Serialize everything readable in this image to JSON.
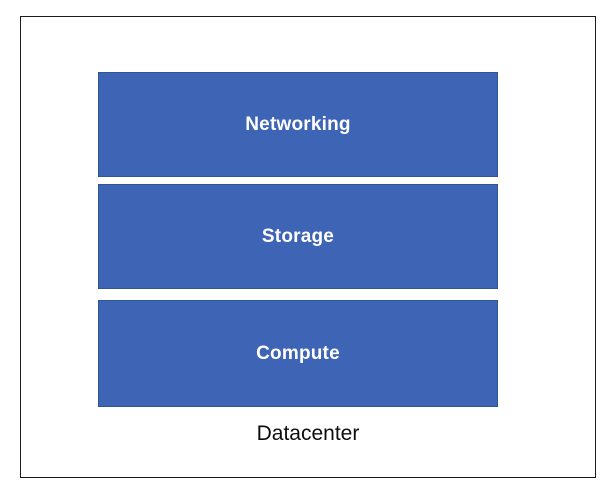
{
  "diagram": {
    "caption": "Datacenter",
    "layers": [
      {
        "label": "Networking"
      },
      {
        "label": "Storage"
      },
      {
        "label": "Compute"
      }
    ],
    "colors": {
      "box_fill": "#3e64b5",
      "box_border": "#2f5597",
      "box_label": "#ffffff",
      "caption_text": "#0d0d0d",
      "frame_border": "#1b1b1b",
      "background": "#ffffff"
    }
  }
}
